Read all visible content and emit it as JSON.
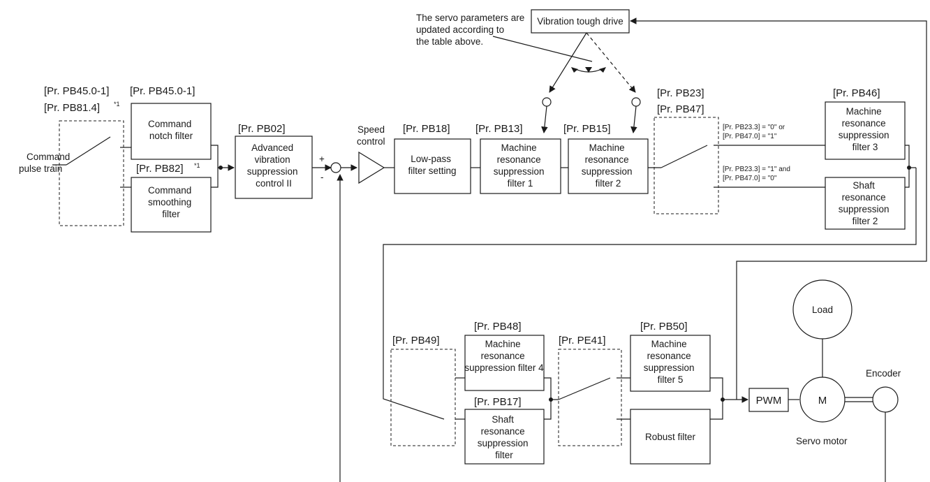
{
  "params": {
    "pb45_a": "[Pr. PB45.0-1]",
    "pb45_b": "[Pr. PB45.0-1]",
    "pb81": "[Pr. PB81.4]",
    "pb81_note": "*1",
    "pb82": "[Pr. PB82]",
    "pb82_note": "*1",
    "pb02": "[Pr. PB02]",
    "pb18": "[Pr. PB18]",
    "pb13": "[Pr. PB13]",
    "pb15": "[Pr. PB15]",
    "pb23": "[Pr. PB23]",
    "pb47": "[Pr. PB47]",
    "pb46": "[Pr. PB46]",
    "pb48": "[Pr. PB48]",
    "pb49": "[Pr. PB49]",
    "pe41": "[Pr. PE41]",
    "pb50": "[Pr. PB50]",
    "pb17": "[Pr. PB17]"
  },
  "blocks": {
    "command_notch": [
      "Command",
      "notch filter"
    ],
    "command_smoothing": [
      "Command",
      "smoothing",
      "filter"
    ],
    "advanced_vibration": [
      "Advanced",
      "vibration",
      "suppression",
      "control II"
    ],
    "low_pass": [
      "Low-pass",
      "filter setting"
    ],
    "mrsf1": [
      "Machine",
      "resonance",
      "suppression",
      "filter 1"
    ],
    "mrsf2": [
      "Machine",
      "resonance",
      "suppression",
      "filter 2"
    ],
    "mrsf3": [
      "Machine",
      "resonance",
      "suppression",
      "filter 3"
    ],
    "shaft2": [
      "Shaft",
      "resonance",
      "suppression",
      "filter 2"
    ],
    "mrsf4": [
      "Machine",
      "resonance",
      "suppression filter 4"
    ],
    "shaft": [
      "Shaft",
      "resonance",
      "suppression",
      "filter"
    ],
    "mrsf5": [
      "Machine",
      "resonance",
      "suppression",
      "filter 5"
    ],
    "robust": "Robust filter",
    "vtd": "Vibration tough drive",
    "pwm": "PWM",
    "motor": "M",
    "load": "Load"
  },
  "labels": {
    "command_pulse": [
      "Command",
      "pulse train"
    ],
    "speed_control": [
      "Speed",
      "control"
    ],
    "plus": "+",
    "minus": "-",
    "encoder": "Encoder",
    "servo_motor": "Servo motor",
    "servo_note": [
      "The servo parameters are",
      "updated according to",
      "the table above."
    ],
    "cond_a": [
      "[Pr. PB23.3] = \"0\" or",
      "[Pr. PB47.0] = \"1\""
    ],
    "cond_b": [
      "[Pr. PB23.3] = \"1\" and",
      "[Pr. PB47.0] = \"0\""
    ]
  }
}
